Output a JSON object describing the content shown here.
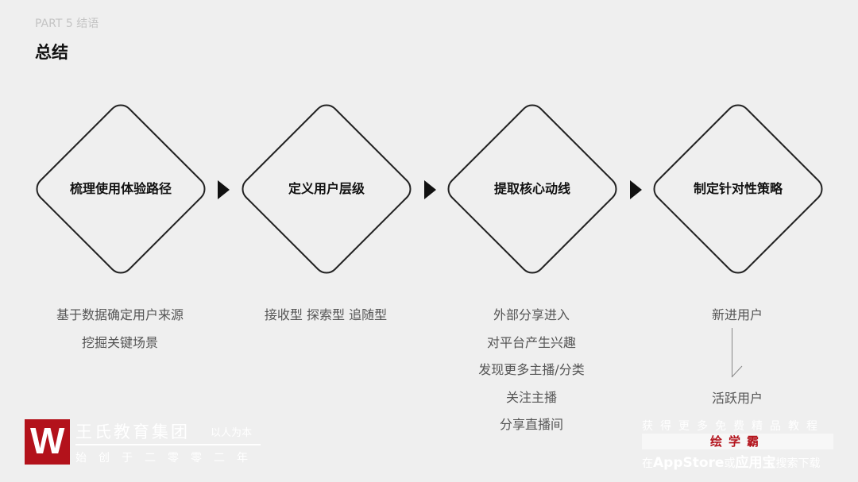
{
  "header": {
    "part": "PART 5 结语",
    "title": "总结"
  },
  "steps": [
    {
      "label": "梳理使用体验路径",
      "desc": [
        "基于数据确定用户来源",
        "挖掘关键场景"
      ]
    },
    {
      "label": "定义用户层级",
      "desc": [
        "接收型 探索型 追随型"
      ]
    },
    {
      "label": "提取核心动线",
      "desc": [
        "外部分享进入",
        "对平台产生兴趣",
        "发现更多主播/分类",
        "关注主播",
        "分享直播间"
      ]
    },
    {
      "label": "制定针对性策略",
      "desc": [
        "新进用户"
      ],
      "end": "活跃用户"
    }
  ],
  "watermark": {
    "logo": "W",
    "name": "王氏教育集团",
    "slogan": "以人为本",
    "since": "始创于二零零二年"
  },
  "promo": {
    "line1": "获得更多免费精品教程",
    "brand": "绘学霸",
    "line3_pre": "在",
    "line3_app": "AppStore",
    "line3_or": "或",
    "line3_app2": "应用宝",
    "line3_post": "搜索下载"
  }
}
